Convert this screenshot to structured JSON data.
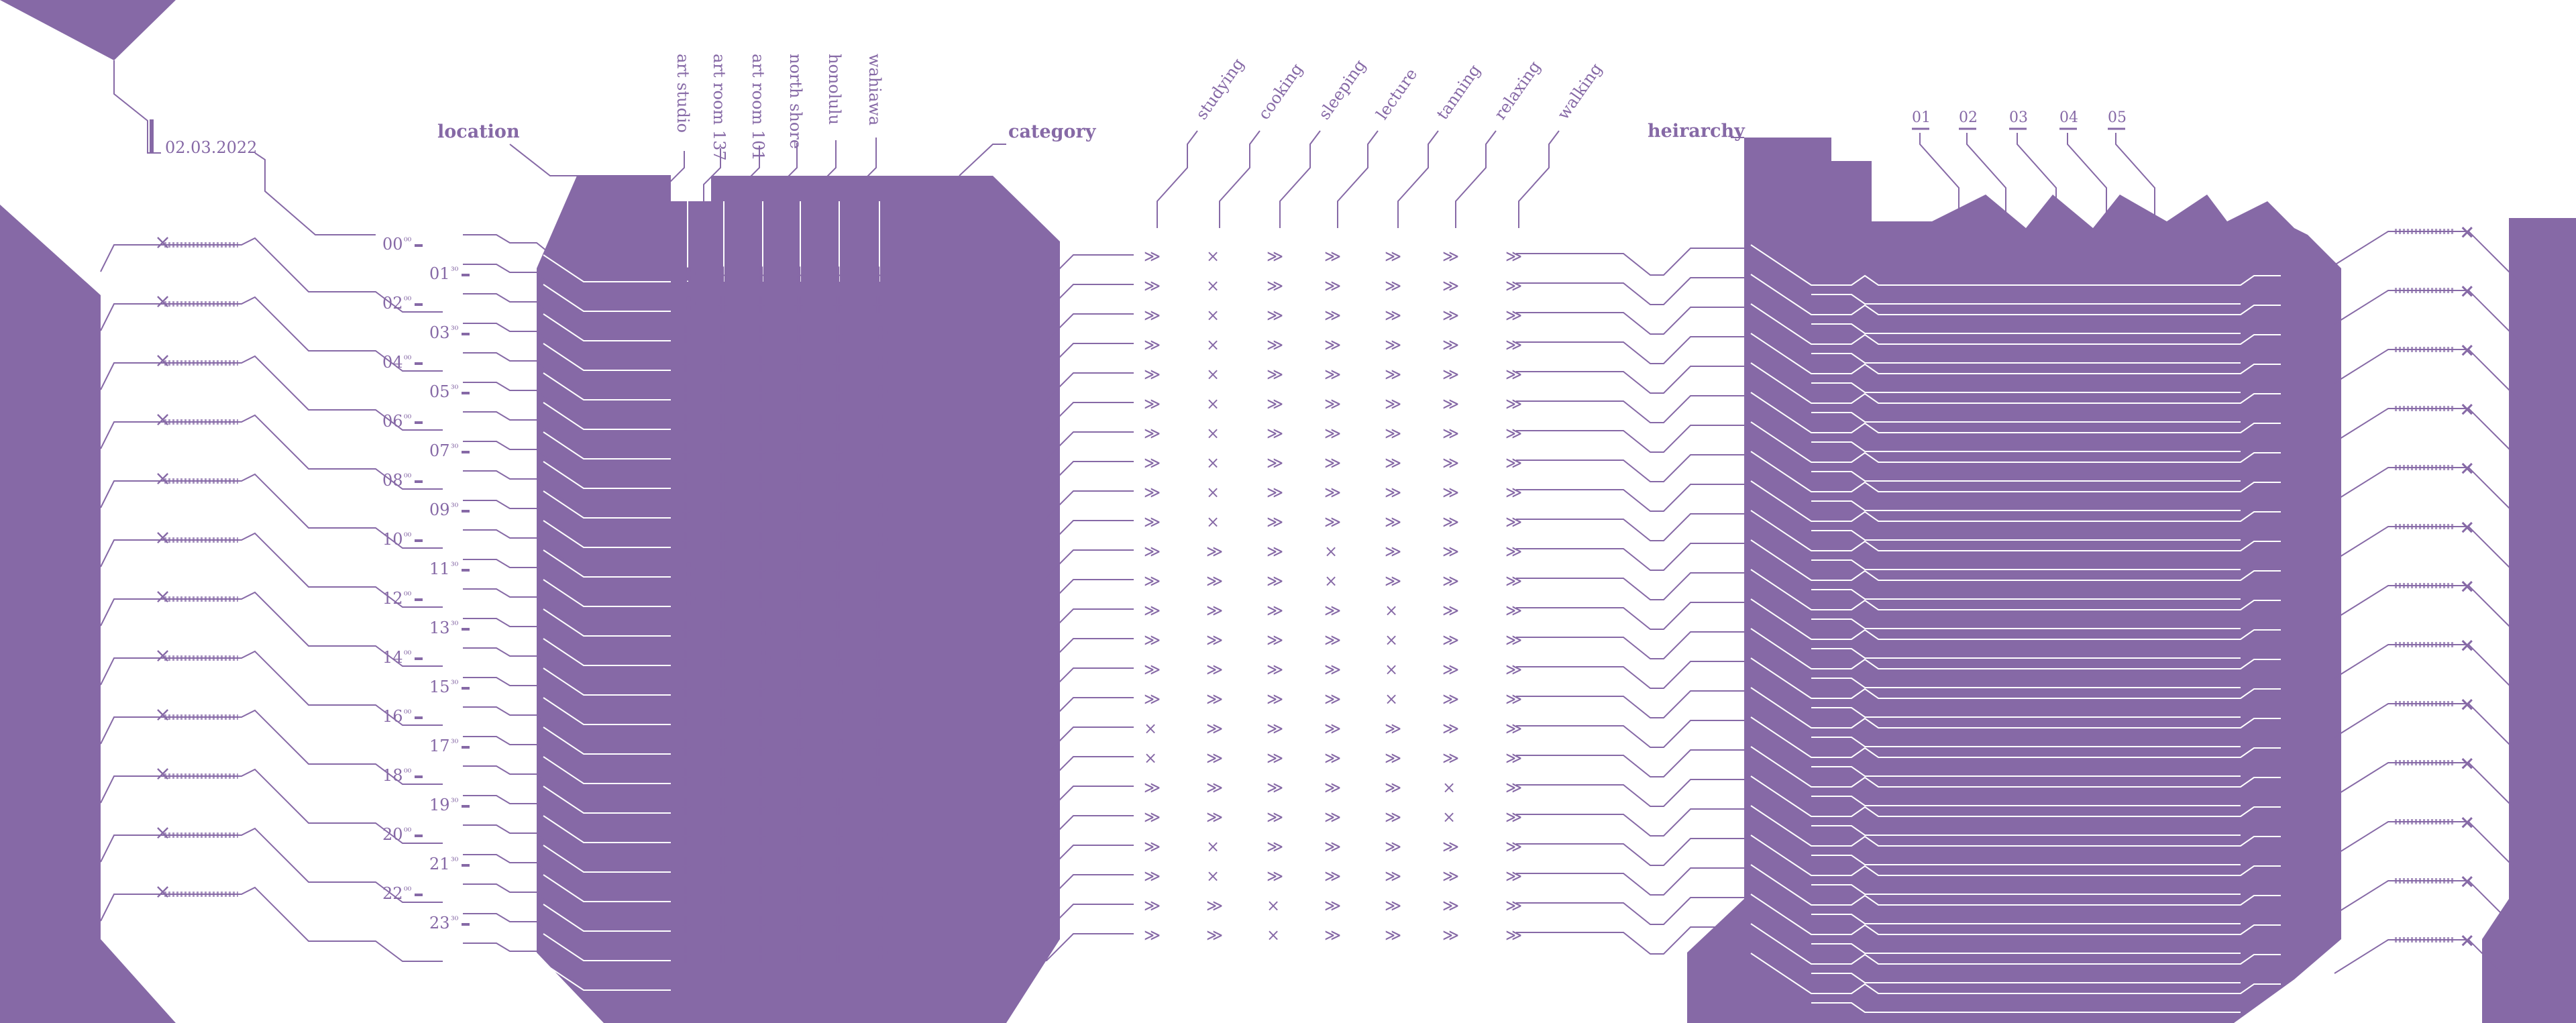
{
  "colors": {
    "accent": "#8669a6",
    "background": "#ffffff",
    "line": "#8669a6",
    "on_fill": "#ffffff"
  },
  "date": "02.03.2022",
  "section_headers": {
    "location": "location",
    "category": "category",
    "heirarchy": "heirarchy"
  },
  "locations": [
    "art studio",
    "art room 137",
    "art room 101",
    "north shore",
    "honolulu",
    "wahiawa"
  ],
  "categories": [
    "studying",
    "cooking",
    "sleeping",
    "lecture",
    "tanning",
    "relaxing",
    "walking"
  ],
  "hierarchy_levels": [
    "01",
    "02",
    "03",
    "04",
    "05"
  ],
  "hours": [
    "00",
    "01",
    "02",
    "03",
    "04",
    "05",
    "06",
    "07",
    "08",
    "09",
    "10",
    "11",
    "12",
    "13",
    "14",
    "15",
    "16",
    "17",
    "18",
    "19",
    "20",
    "21",
    "22",
    "23"
  ],
  "half_hour_markers": {
    "first": "⁰⁰",
    "second": "³⁰"
  },
  "category_glyphs": {
    "active": "×",
    "arrow": "≫"
  },
  "location_glyphs": {
    "active": "✚",
    "tick": "╫"
  }
}
